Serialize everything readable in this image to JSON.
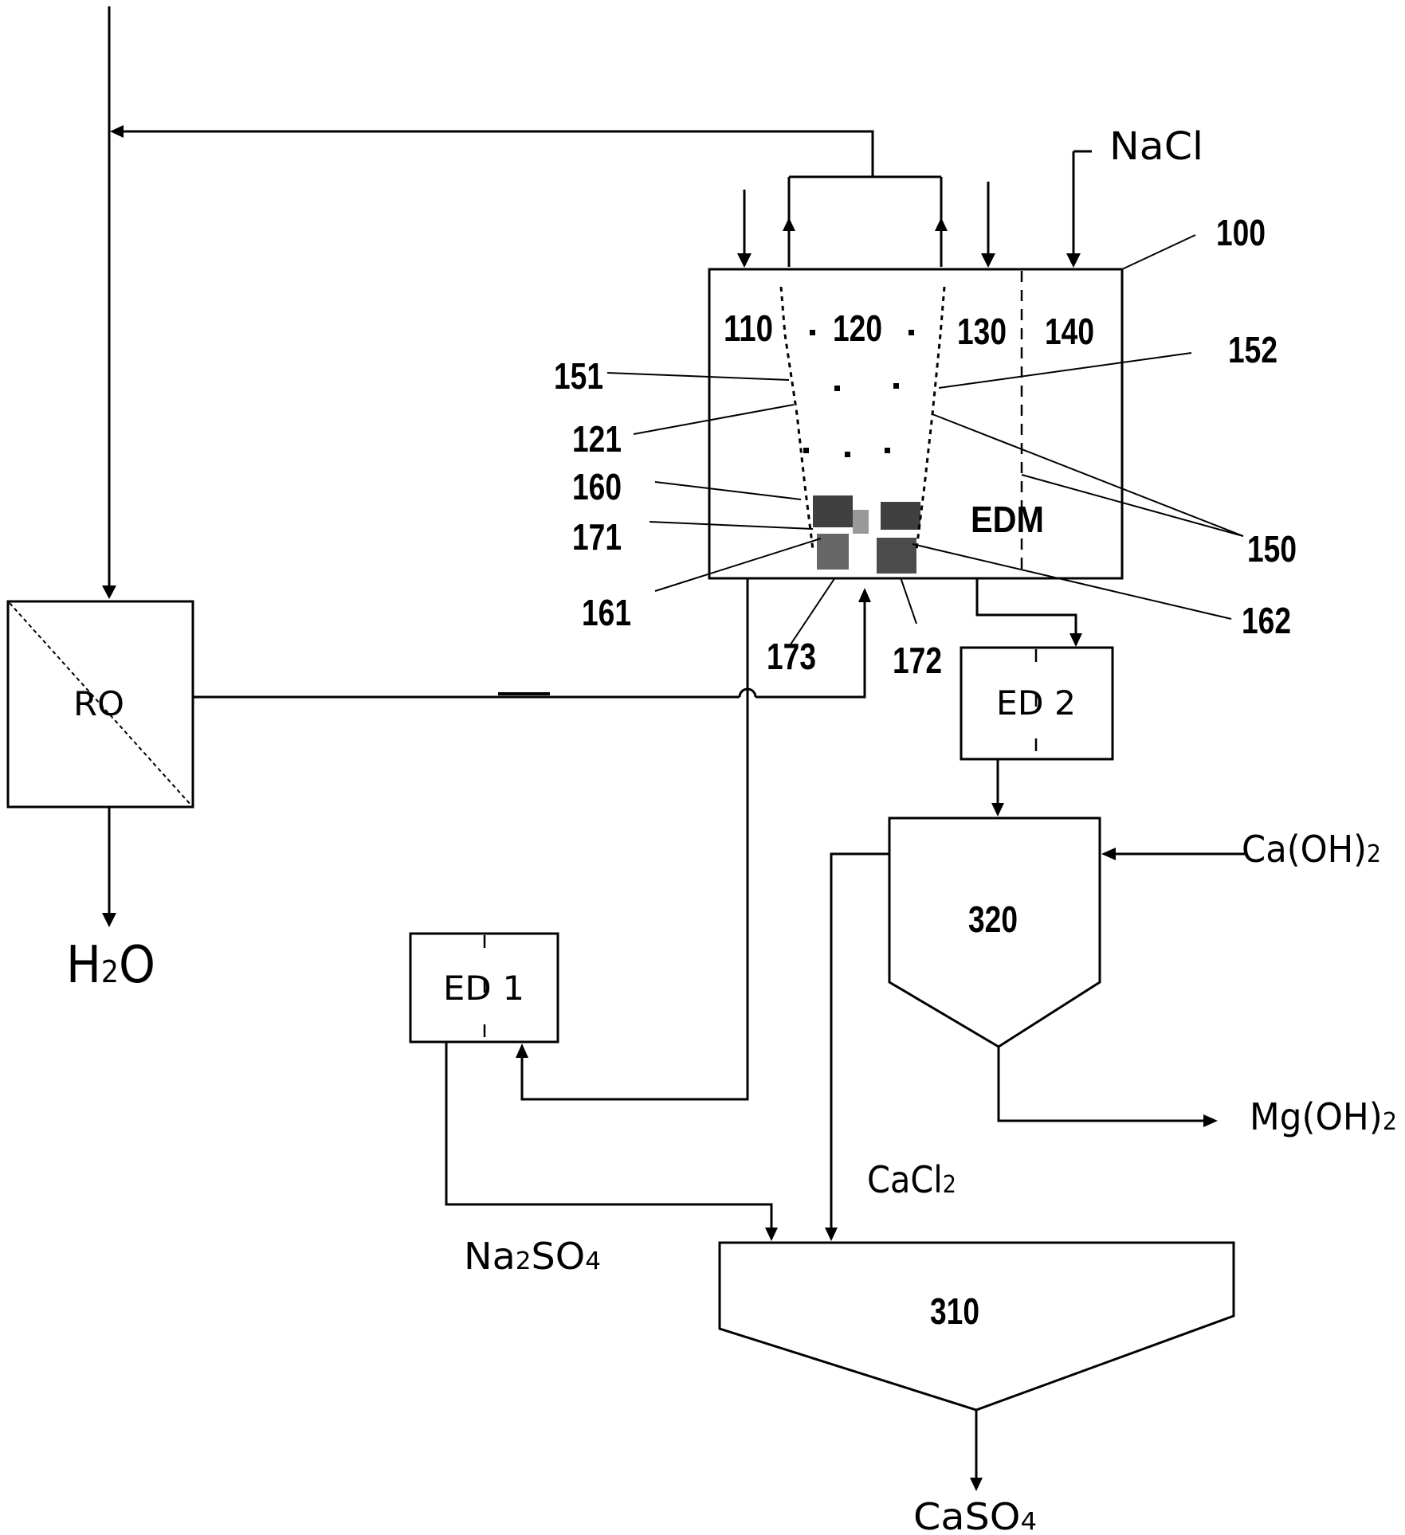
{
  "units": {
    "ro": "RO",
    "edm": "EDM",
    "ed1": "ED 1",
    "ed2": "ED 2",
    "tank320": "320",
    "tank310": "310"
  },
  "compartments": {
    "c110": "110",
    "c120": "120",
    "c130": "130",
    "c140": "140"
  },
  "references": {
    "r100": "100",
    "r151": "151",
    "r152": "152",
    "r121": "121",
    "r160": "160",
    "r171": "171",
    "r161": "161",
    "r150": "150",
    "r162": "162",
    "r173": "173",
    "r172": "172"
  },
  "streams": {
    "nacl": "NaCl",
    "h2o_main": "H",
    "h2o_sub": "2",
    "h2o_end": "O",
    "caoh2_main": "Ca(OH)",
    "caoh2_sub": "2",
    "mgoh2_main": "Mg(OH)",
    "mgoh2_sub": "2",
    "cacl2_main": "CaCl",
    "cacl2_sub": "2",
    "na2so4_a": "Na",
    "na2so4_sub1": "2",
    "na2so4_b": "SO",
    "na2so4_sub2": "4",
    "caso4_main": "CaSO",
    "caso4_sub": "4"
  }
}
